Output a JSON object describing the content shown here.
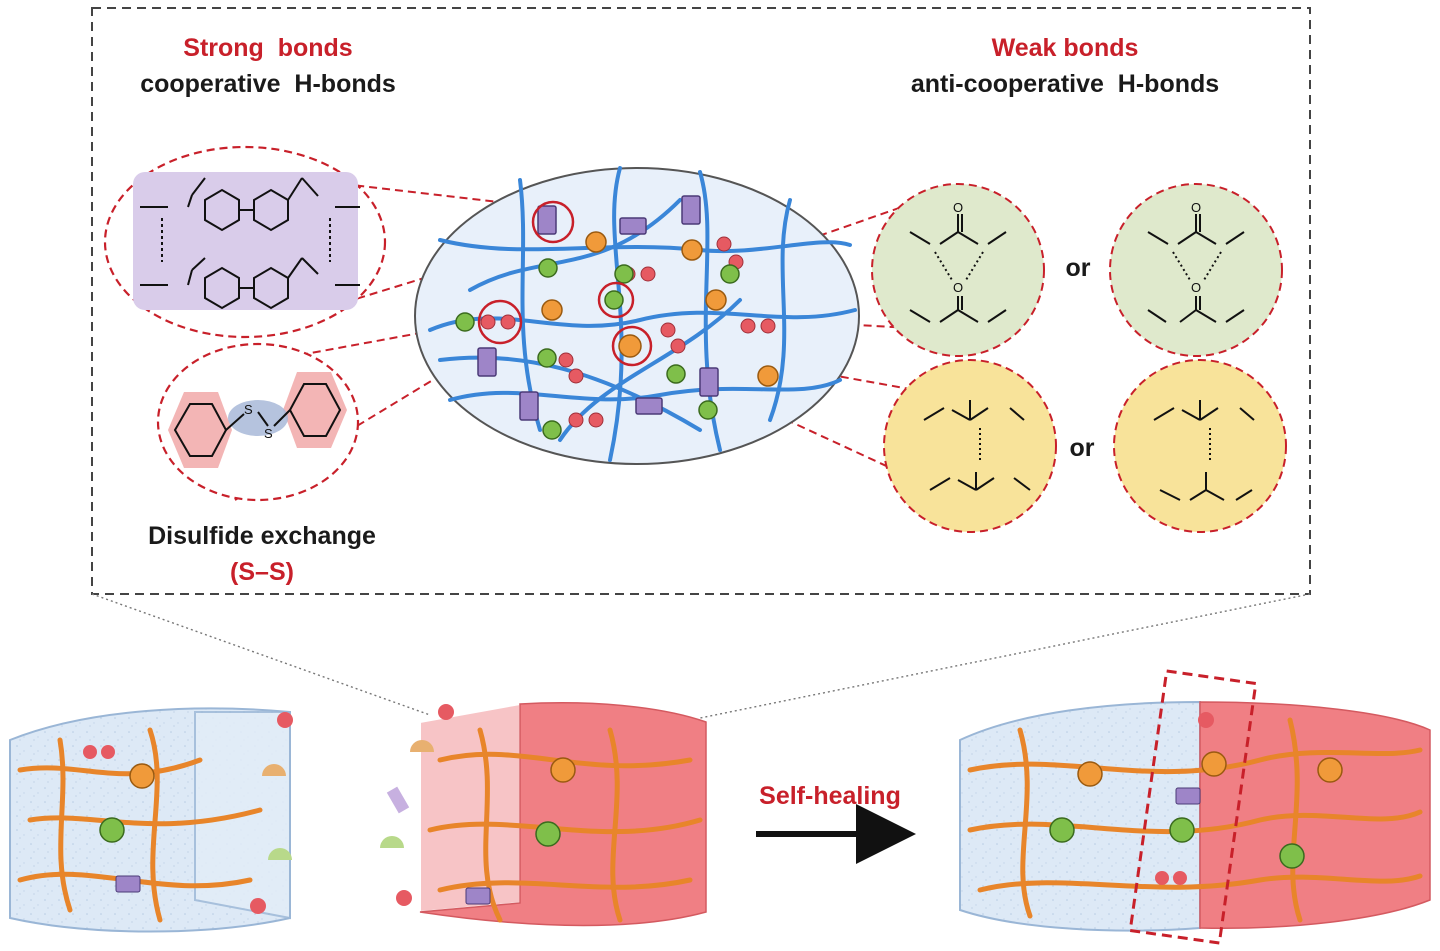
{
  "strong": {
    "title": "Strong  bonds",
    "subtitle": "cooperative  H-bonds"
  },
  "weak": {
    "title": "Weak bonds",
    "subtitle": "anti-cooperative  H-bonds"
  },
  "disulfide": {
    "title": "Disulfide exchange",
    "tag": "(S–S)"
  },
  "or_labels": {
    "top": "or",
    "bottom": "or"
  },
  "arrow_label": "Self-healing",
  "colors": {
    "accent_red": "#c8202a",
    "network_blue": "#3a86d8",
    "chain_orange": "#e8852a",
    "block_red": "#f07f84",
    "gel_blue": "#dbe8f6",
    "urea_green_bg": "#dfe9cc",
    "urethane_yellow_bg": "#f8e39a",
    "bipyridine_bg": "#d9ccea"
  }
}
